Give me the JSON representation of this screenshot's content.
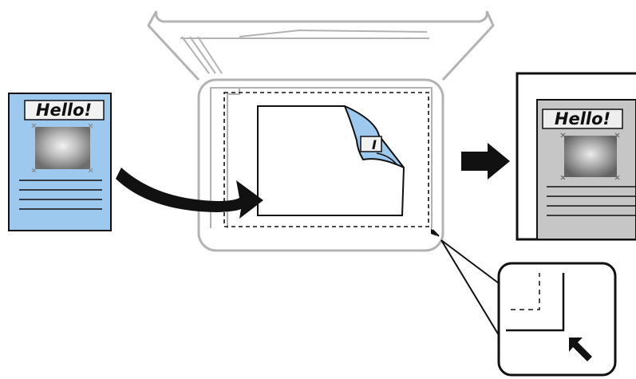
{
  "diagram": {
    "original_document": {
      "heading": "Hello!"
    },
    "scanned_result": {
      "heading": "Hello!"
    },
    "placed_document": {
      "corner_glyph": "I"
    }
  },
  "colors": {
    "document_blue": "#9ec9ef",
    "scanner_gray": "#b3b3b3",
    "scan_result_gray": "#c6c6c6",
    "ink": "#111111"
  },
  "icons": {
    "curved_arrow": "curved-arrow-icon",
    "right_arrow": "right-arrow-icon",
    "corner_arrow": "diagonal-arrow-icon"
  }
}
